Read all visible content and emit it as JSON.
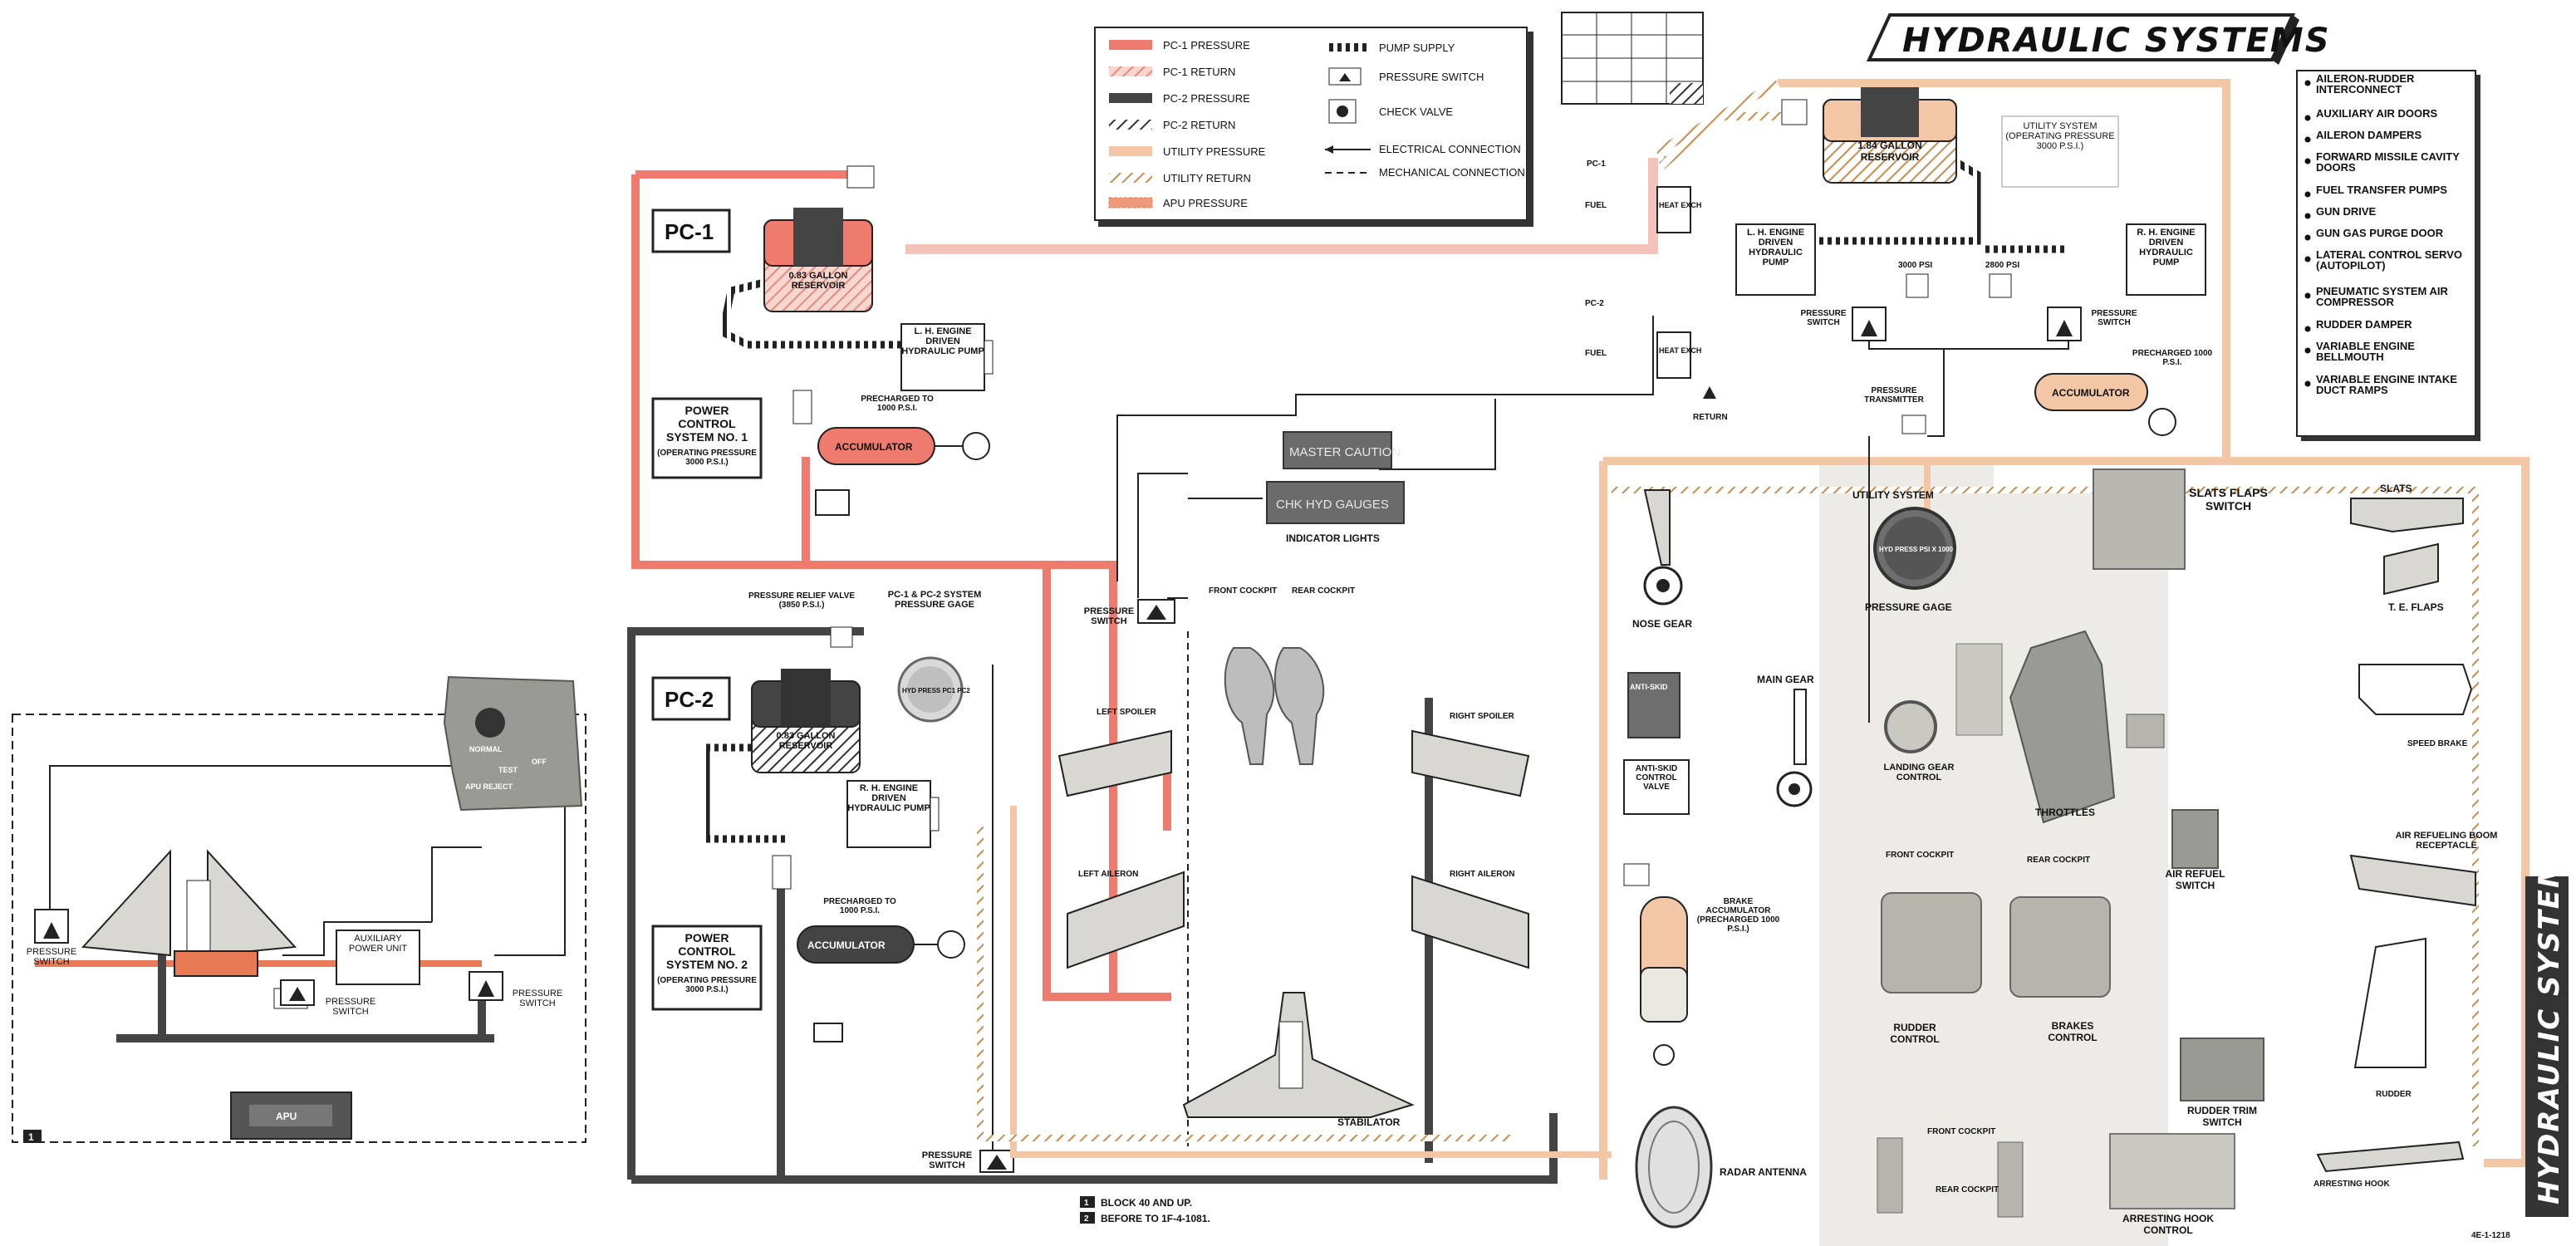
{
  "title": "HYDRAULIC SYSTEMS",
  "side_title": "HYDRAULIC SYSTEMS",
  "legend": [
    {
      "label": "PC-1 PRESSURE",
      "style": "pc1-pressure"
    },
    {
      "label": "PC-1 RETURN",
      "style": "pc1-return"
    },
    {
      "label": "PC-2 PRESSURE",
      "style": "pc2-pressure"
    },
    {
      "label": "PC-2 RETURN",
      "style": "pc2-return"
    },
    {
      "label": "UTILITY PRESSURE",
      "style": "utility-pressure"
    },
    {
      "label": "UTILITY RETURN",
      "style": "utility-return"
    },
    {
      "label": "APU PRESSURE",
      "style": "apu-pressure"
    },
    {
      "label": "PUMP SUPPLY",
      "style": "pump-supply"
    },
    {
      "label": "PRESSURE SWITCH",
      "style": "pressure-switch"
    },
    {
      "label": "CHECK VALVE",
      "style": "check-valve"
    },
    {
      "label": "ELECTRICAL CONNECTION",
      "style": "electrical"
    },
    {
      "label": "MECHANICAL CONNECTION",
      "style": "mechanical"
    }
  ],
  "utility_list": [
    "AILERON-RUDDER INTERCONNECT",
    "AUXILIARY AIR DOORS",
    "AILERON DAMPERS",
    "FORWARD MISSILE CAVITY DOORS",
    "FUEL TRANSFER PUMPS",
    "GUN DRIVE",
    "GUN GAS PURGE DOOR",
    "LATERAL CONTROL SERVO (AUTOPILOT)",
    "PNEUMATIC SYSTEM AIR COMPRESSOR",
    "RUDDER DAMPER",
    "VARIABLE ENGINE BELLMOUTH",
    "VARIABLE ENGINE INTAKE DUCT RAMPS"
  ],
  "pc1": {
    "label": "PC-1",
    "reservoir": "0.83 GALLON RESERVOIR",
    "pump": "L. H. ENGINE DRIVEN HYDRAULIC PUMP",
    "system_name": "POWER CONTROL SYSTEM NO. 1",
    "system_pressure": "(OPERATING PRESSURE 3000 P.S.I.)",
    "precharge": "PRECHARGED TO 1000 P.S.I.",
    "accumulator": "ACCUMULATOR"
  },
  "pc2": {
    "label": "PC-2",
    "relief_valve": "PRESSURE RELIEF VALVE (3850 P.S.I.)",
    "reservoir": "0.83 GALLON RESERVOIR",
    "pump": "R. H. ENGINE DRIVEN HYDRAULIC PUMP",
    "system_name": "POWER CONTROL SYSTEM NO. 2",
    "system_pressure": "(OPERATING PRESSURE 3000 P.S.I.)",
    "precharge": "PRECHARGED TO 1000 P.S.I.",
    "accumulator": "ACCUMULATOR"
  },
  "pc_gage": "PC-1 & PC-2 SYSTEM PRESSURE GAGE",
  "pc_gage_face": "HYD PRESS PC1 PC2",
  "utility": {
    "reservoir": "1.84 GALLON RESERVOIR",
    "system_box": "UTILITY SYSTEM (OPERATING PRESSURE 3000 P.S.I.)",
    "lh_pump": "L. H. ENGINE DRIVEN HYDRAULIC PUMP",
    "rh_pump": "R. H. ENGINE DRIVEN HYDRAULIC PUMP",
    "psi_left": "3000 PSI",
    "psi_right": "2800 PSI",
    "pressure_switch": "PRESSURE SWITCH",
    "pressure_transmitter": "PRESSURE TRANSMITTER",
    "precharge": "PRECHARGED 1000 P.S.I.",
    "accumulator": "ACCUMULATOR",
    "return": "RETURN",
    "heat_exch": "HEAT EXCH",
    "pc1": "PC-1",
    "pc2": "PC-2",
    "fuel": "FUEL"
  },
  "indicator": {
    "master_caution": "MASTER CAUTION",
    "chk_hyd": "CHK HYD GAUGES",
    "caption": "INDICATOR LIGHTS"
  },
  "controls": {
    "pressure_switch": "PRESSURE SWITCH",
    "front_cockpit": "FRONT COCKPIT",
    "rear_cockpit": "REAR COCKPIT",
    "left_spoiler": "LEFT SPOILER",
    "right_spoiler": "RIGHT SPOILER",
    "left_aileron": "LEFT AILERON",
    "right_aileron": "RIGHT AILERON",
    "stabilator": "STABILATOR"
  },
  "utility_side": {
    "header": "UTILITY SYSTEM",
    "gage_face": "HYD PRESS PSI X 1000",
    "pressure_gage": "PRESSURE GAGE",
    "nose_gear": "NOSE GEAR",
    "main_gear": "MAIN GEAR",
    "anti_skid": "ANTI-SKID",
    "anti_skid_valve": "ANTI-SKID CONTROL VALVE",
    "brake_accumulator": "BRAKE ACCUMULATOR (PRECHARGED 1000 P.S.I.)",
    "radar_antenna": "RADAR ANTENNA",
    "landing_gear_control": "LANDING GEAR CONTROL",
    "throttles": "THROTTLES",
    "slats_flaps_switch": "SLATS FLAPS SWITCH",
    "slats": "SLATS",
    "te_flaps": "T. E. FLAPS",
    "speed_brake": "SPEED BRAKE",
    "air_refuel_receptacle": "AIR REFUELING BOOM RECEPTACLE",
    "air_refuel_switch": "AIR REFUEL SWITCH",
    "front_cockpit": "FRONT COCKPIT",
    "rear_cockpit": "REAR COCKPIT",
    "rudder_control": "RUDDER CONTROL",
    "brakes_control": "BRAKES CONTROL",
    "rudder_trim_switch": "RUDDER TRIM SWITCH",
    "rudder": "RUDDER",
    "arresting_hook": "ARRESTING HOOK",
    "arresting_hook_control": "ARRESTING HOOK CONTROL"
  },
  "apu": {
    "normal": "NORMAL",
    "test": "TEST",
    "off": "OFF",
    "apu_reject": "APU REJECT",
    "auxiliary_power_unit": "AUXILIARY POWER UNIT",
    "pressure_switch": "PRESSURE SWITCH",
    "apu": "APU",
    "note": "1"
  },
  "footnotes": {
    "one": "BLOCK 40 AND UP.",
    "two": "BEFORE TO 1F-4-1081."
  },
  "figure_number": "4E-1-1218",
  "colors": {
    "pc1_pressure": "#ee7b6e",
    "pc1_return": "#f3c2b8",
    "pc2_pressure": "#444444",
    "utility_pressure": "#f3c6a6",
    "apu_pressure": "#e97a55",
    "gray_panel": "#ecebe6"
  }
}
